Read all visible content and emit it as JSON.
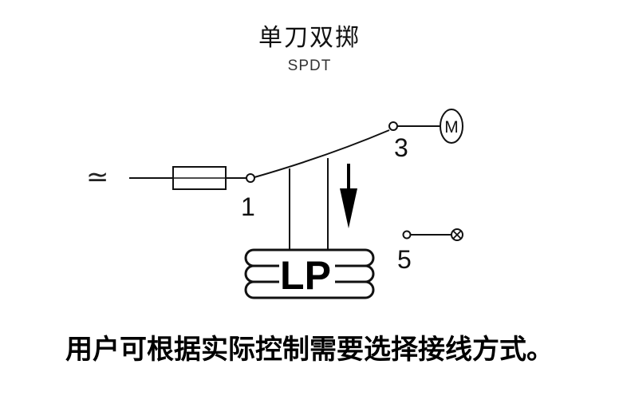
{
  "title": "单刀双掷",
  "subtitle": "SPDT",
  "caption": "用户可根据实际控制需要选择接线方式。",
  "terminals": {
    "t1": "1",
    "t3": "3",
    "t5": "5"
  },
  "ac_symbol": "≃",
  "motor_symbol": "M",
  "device_label": "LP",
  "icons": {
    "motor": "motor-icon",
    "lamp": "lamp-icon",
    "fuse": "fuse-icon",
    "arrow": "down-arrow-icon"
  }
}
